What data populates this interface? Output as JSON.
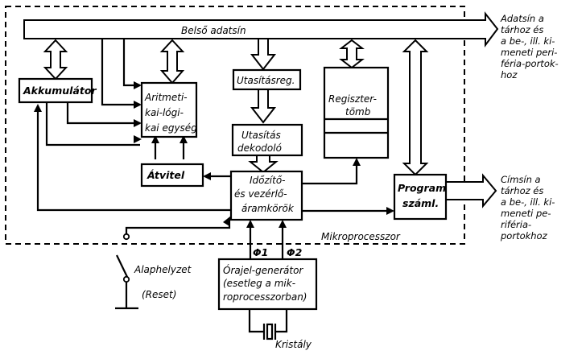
{
  "bus": {
    "data_bus": "Belső adatsín"
  },
  "blocks": {
    "accumulator": "Akkumulátor",
    "alu": [
      "Aritmeti-",
      "kai-lógi-",
      "kai egység"
    ],
    "instruction_register": "Utasításreg.",
    "register_file": [
      "Regiszter-",
      "tömb"
    ],
    "instruction_decoder": [
      "Utasítás",
      "dekodoló"
    ],
    "carry": "Átvitel",
    "control": [
      "Időzítő-",
      "és vezérlő-",
      "áramkörök"
    ],
    "program_counter": [
      "Program",
      "száml."
    ],
    "clock_generator": [
      "Órajel-generátor",
      "(esetleg a mik-",
      "roprocesszorban)"
    ]
  },
  "labels": {
    "microprocessor": "Mikroprocesszor",
    "phi1": "Φ1",
    "phi2": "Φ2",
    "reset": "Alaphelyzet",
    "reset_paren": "(Reset)",
    "crystal": "Kristály"
  },
  "external": {
    "data_bus_note": [
      "Adatsín a",
      "tárhoz és",
      "a be-, ill. ki-",
      "meneti peri-",
      "féria-portok-",
      "hoz"
    ],
    "address_bus_note": [
      "Címsín a",
      "tárhoz és",
      "a be-, ill. ki-",
      "meneti pe-",
      "riféria-",
      "portokhoz"
    ]
  }
}
